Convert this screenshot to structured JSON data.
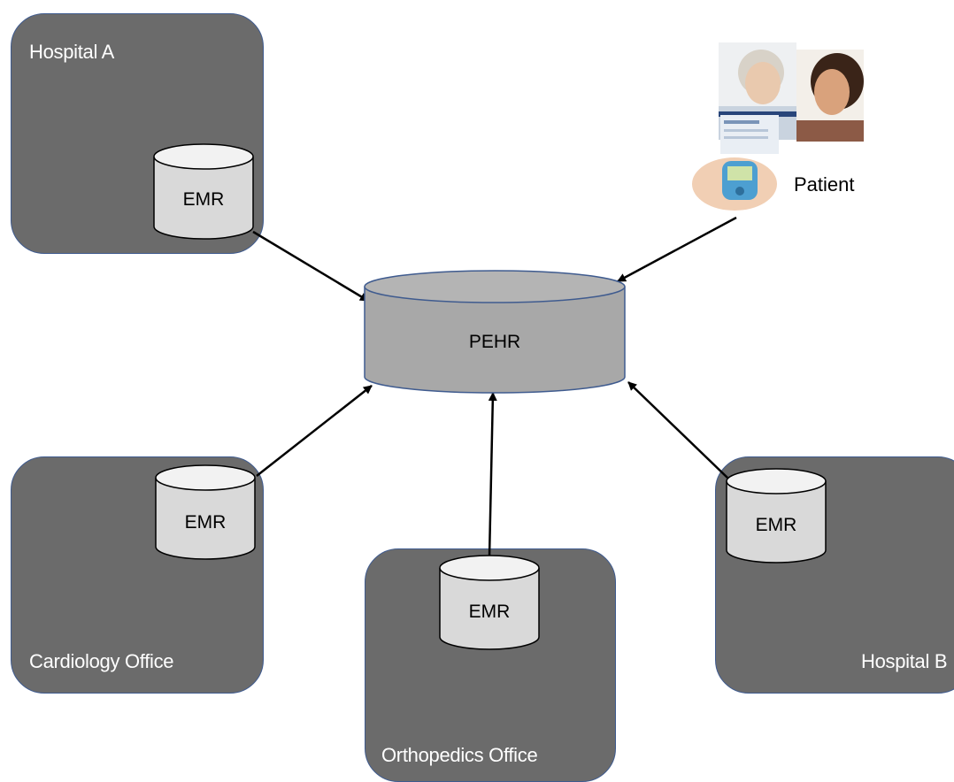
{
  "diagram": {
    "hub": {
      "label": "PEHR"
    },
    "nodes": [
      {
        "id": "hospital-a",
        "label": "Hospital A",
        "db_label": "EMR"
      },
      {
        "id": "cardiology-office",
        "label": "Cardiology Office",
        "db_label": "EMR"
      },
      {
        "id": "orthopedics-office",
        "label": "Orthopedics Office",
        "db_label": "EMR"
      },
      {
        "id": "hospital-b",
        "label": "Hospital B",
        "db_label": "EMR"
      }
    ],
    "patient": {
      "label": "Patient"
    },
    "edges": [
      {
        "from": "hospital-a",
        "to": "PEHR"
      },
      {
        "from": "cardiology-office",
        "to": "PEHR"
      },
      {
        "from": "orthopedics-office",
        "to": "PEHR"
      },
      {
        "from": "hospital-b",
        "to": "PEHR"
      },
      {
        "from": "patient",
        "to": "PEHR"
      }
    ],
    "colors": {
      "node_fill": "#6b6b6b",
      "node_border": "#3f5b8f",
      "hub_fill": "#a8a8a8",
      "db_fill": "#d9d9d9",
      "arrow": "#000000"
    }
  }
}
